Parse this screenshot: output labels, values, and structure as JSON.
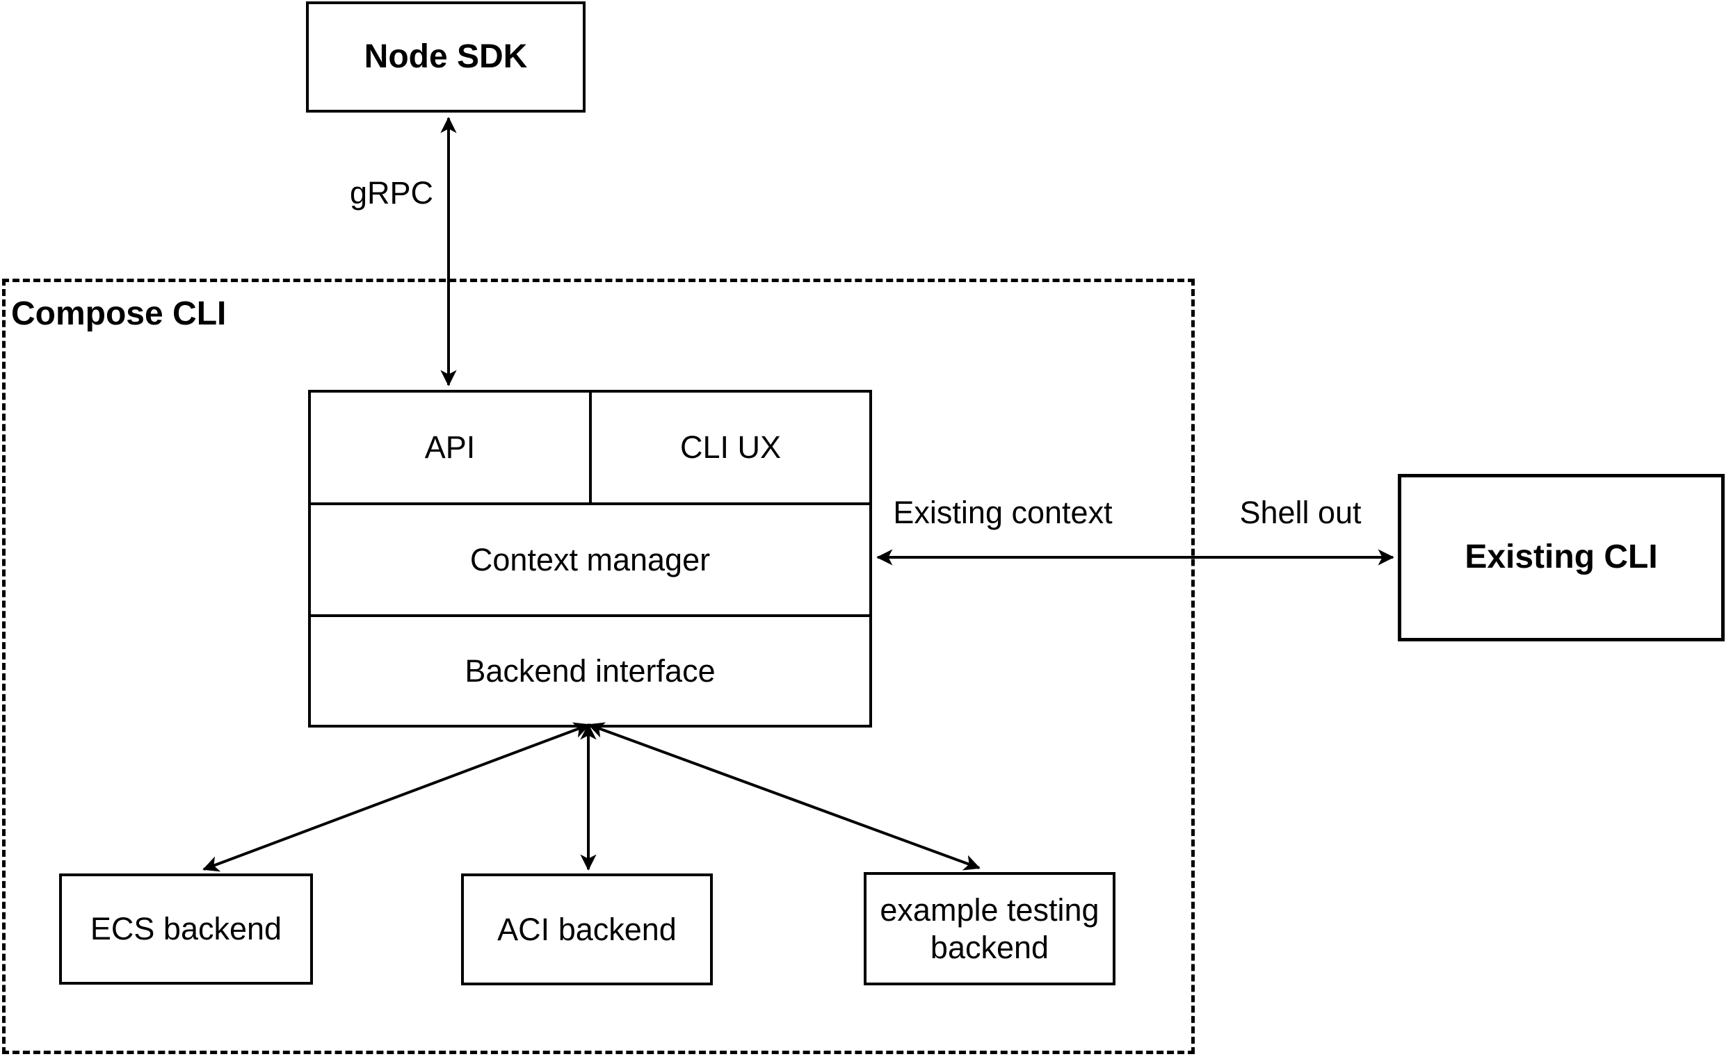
{
  "diagram": {
    "nodes": {
      "node_sdk": {
        "label": "Node SDK"
      },
      "compose_cli_group": {
        "label": "Compose CLI"
      },
      "api": {
        "label": "API"
      },
      "cli_ux": {
        "label": "CLI UX"
      },
      "context_manager": {
        "label": "Context manager"
      },
      "backend_interface": {
        "label": "Backend interface"
      },
      "existing_cli": {
        "label": "Existing CLI"
      },
      "ecs_backend": {
        "label": "ECS backend"
      },
      "aci_backend": {
        "label": "ACI backend"
      },
      "example_testing_backend": {
        "label": "example testing backend"
      }
    },
    "edges": {
      "grpc": {
        "label": "gRPC"
      },
      "existing_context": {
        "label": "Existing context"
      },
      "shell_out": {
        "label": "Shell out"
      }
    },
    "colors": {
      "line": "#000000",
      "background": "#ffffff",
      "box_fill": "#ffffff",
      "text": "#000000"
    }
  }
}
